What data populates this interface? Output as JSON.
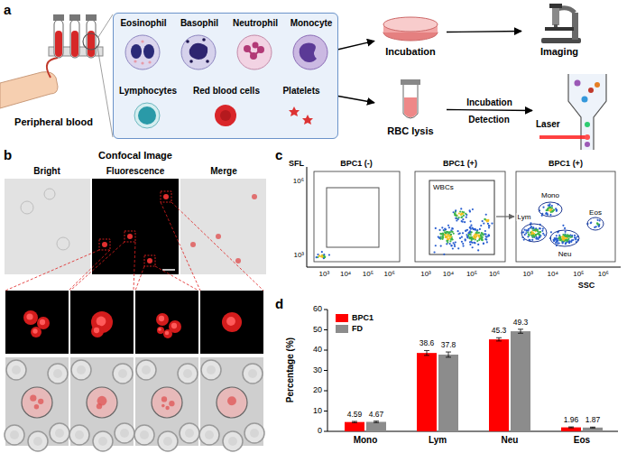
{
  "diagram": {
    "nodes": [
      {
        "text": [
          "Peripheral blood"
        ]
      },
      {
        "text": [
          "Eosinophil",
          "Basophil",
          "Neutrophil",
          "Monocyte",
          "Lymphocytes",
          "Red blood cells",
          "Platelets"
        ]
      },
      {
        "text": [
          "Incubation"
        ]
      },
      {
        "text": [
          "Imaging"
        ]
      },
      {
        "text": [
          "RBC lysis"
        ]
      },
      {
        "text": [
          "Laser"
        ]
      }
    ],
    "edges": [
      {
        "from": 1,
        "to": 2,
        "arrow": "to"
      },
      {
        "from": 2,
        "to": 3,
        "arrow": "to"
      },
      {
        "from": 1,
        "to": 4,
        "arrow": "to"
      },
      {
        "from": 4,
        "to": 5,
        "label": "Incubation",
        "arrow": "to"
      }
    ],
    "labels": [
      "a",
      "b",
      "c",
      "d",
      "Detection",
      "Confocal Image",
      "Bright",
      "Fluorescence",
      "Merge",
      "BPC1 (-)",
      "BPC1 (+)",
      "BPC1 (+)",
      "SFL",
      "SSC",
      "WBCs",
      "Mono",
      "Lym",
      "Neu",
      "Eos",
      "10⁶",
      "10³",
      "10³",
      "10⁴",
      "10⁵",
      "10⁶",
      "10³",
      "10⁴",
      "10⁵",
      "10⁶",
      "10³",
      "10⁴",
      "10⁵",
      "10⁶",
      "Percentage (%)",
      "0",
      "10",
      "20",
      "30",
      "40",
      "50",
      "60",
      "Mono",
      "Lym",
      "Neu",
      "Eos",
      "4.59",
      "4.67",
      "38.6",
      "37.8",
      "45.3",
      "49.3",
      "1.96",
      "1.87"
    ],
    "legend": [
      {
        "text": "BPC1",
        "color": "#ff0000"
      },
      {
        "text": "FD",
        "color": "#8c8c8c"
      }
    ]
  }
}
